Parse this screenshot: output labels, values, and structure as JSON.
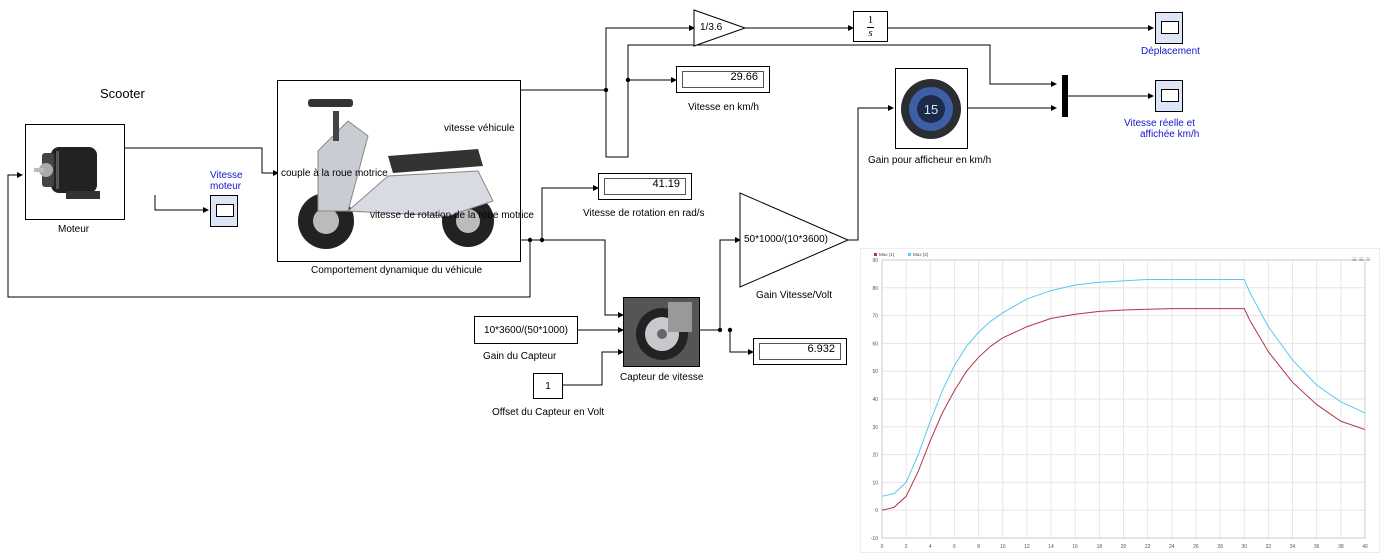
{
  "title": "Scooter",
  "blocks": {
    "motor": {
      "label": "Moteur"
    },
    "scope_motor": {
      "label_line1": "Vitesse",
      "label_line2": "moteur"
    },
    "vehicle": {
      "label": "Comportement dynamique du véhicule",
      "port_in": "couple à la roue motrice",
      "port_out1": "vitesse véhicule",
      "port_out2": "vitesse de rotation de la roue motrice"
    },
    "gain_kmh": {
      "value": "1/3.6"
    },
    "integrator": {
      "num": "1",
      "den": "s"
    },
    "scope_depl": {
      "label": "Déplacement"
    },
    "display_speed": {
      "value": "29.66",
      "label": "Vitesse en km/h"
    },
    "display_rot": {
      "value": "41.19",
      "label": "Vitesse de rotation en rad/s"
    },
    "afficheur": {
      "label": "Gain pour afficheur en km/h",
      "reading": "15"
    },
    "scope_real": {
      "label_line1": "Vitesse réelle et",
      "label_line2": "affichée  km/h"
    },
    "gain_volt": {
      "value": "50*1000/(10*3600)",
      "label": "Gain Vitesse/Volt"
    },
    "capteur_gain": {
      "value": "10*3600/(50*1000)",
      "label": "Gain du Capteur"
    },
    "capteur_offset": {
      "value": "1",
      "label": "Offset du Capteur en Volt"
    },
    "capteur": {
      "label": "Capteur de vitesse"
    },
    "display_volt": {
      "value": "6.932"
    }
  },
  "chart_data": {
    "type": "line",
    "legend": [
      "Mux (1)",
      "Mux (2)"
    ],
    "legend_position": "top-left",
    "colors": [
      "#b0354a",
      "#5ac8f0"
    ],
    "grid": true,
    "xlim": [
      0,
      40
    ],
    "ylim": [
      -10,
      90
    ],
    "xticks": [
      "0",
      "2",
      "4",
      "6",
      "8",
      "10",
      "12",
      "14",
      "16",
      "18",
      "20",
      "22",
      "24",
      "26",
      "28",
      "30",
      "32",
      "34",
      "36",
      "38",
      "40"
    ],
    "yticks": [
      "90",
      "80",
      "70",
      "60",
      "50",
      "40",
      "30",
      "20",
      "10",
      "0",
      "-10"
    ],
    "series": [
      {
        "name": "Mux (1)",
        "x": [
          0,
          1,
          2,
          3,
          4,
          5,
          6,
          7,
          8,
          9,
          10,
          12,
          14,
          16,
          18,
          20,
          22,
          24,
          26,
          28,
          30,
          30.5,
          32,
          34,
          36,
          38,
          40
        ],
        "values": [
          0,
          1,
          5,
          14,
          25,
          35,
          43,
          50,
          55,
          59,
          62,
          66,
          69,
          70.5,
          71.5,
          72,
          72.3,
          72.5,
          72.5,
          72.5,
          72.5,
          68,
          57,
          46,
          38,
          32,
          29
        ]
      },
      {
        "name": "Mux (2)",
        "x": [
          0,
          1,
          2,
          3,
          4,
          5,
          6,
          7,
          8,
          9,
          10,
          12,
          14,
          16,
          18,
          20,
          22,
          24,
          26,
          28,
          30,
          30.5,
          32,
          34,
          36,
          38,
          40
        ],
        "values": [
          5,
          6,
          10,
          20,
          32,
          43,
          52,
          59,
          64,
          68,
          71,
          76,
          79,
          81,
          82,
          82.5,
          83,
          83,
          83,
          83,
          83,
          78,
          66,
          54,
          45,
          39,
          35
        ]
      }
    ]
  }
}
